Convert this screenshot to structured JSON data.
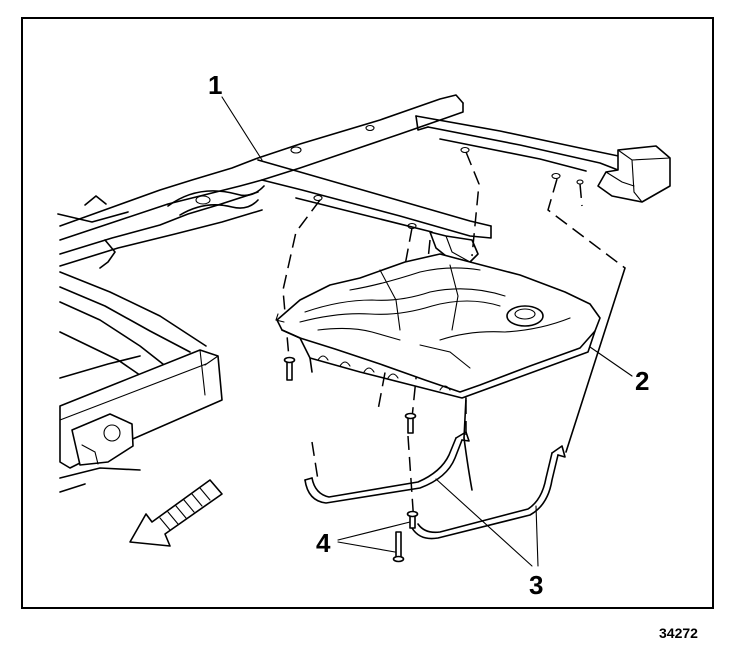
{
  "illustration": {
    "callouts": {
      "one": "1",
      "two": "2",
      "three": "3",
      "four": "4"
    },
    "figure_number": "34272"
  },
  "colors": {
    "ink": "#000000",
    "background": "#ffffff"
  }
}
